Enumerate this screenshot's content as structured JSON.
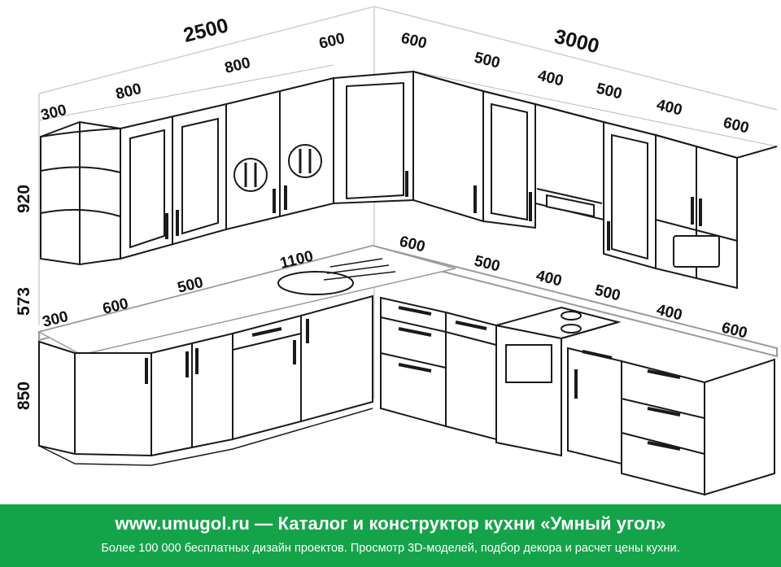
{
  "dimensions": {
    "wall_left_total": "2500",
    "wall_right_total": "3000",
    "upper_left": [
      "300",
      "800",
      "800",
      "600"
    ],
    "upper_right": [
      "600",
      "500",
      "400",
      "500",
      "400",
      "600"
    ],
    "lower_left": [
      "300",
      "600",
      "500",
      "1100"
    ],
    "lower_right": [
      "600",
      "500",
      "400",
      "500",
      "400",
      "600"
    ],
    "height_upper": "920",
    "height_gap": "573",
    "height_lower": "850"
  },
  "footer": {
    "title": "www.umugol.ru — Каталог и конструктор кухни «Умный угол»",
    "subtitle": "Более 100 000 бесплатных дизайн проектов. Просмотр 3D-моделей, подбор декора и расчет цены кухни."
  },
  "colors": {
    "footer_bg": "#15a34a",
    "line": "#1a1a1a",
    "wall_line": "#d0d0d0",
    "countertop_edge": "#9a9a9a"
  }
}
